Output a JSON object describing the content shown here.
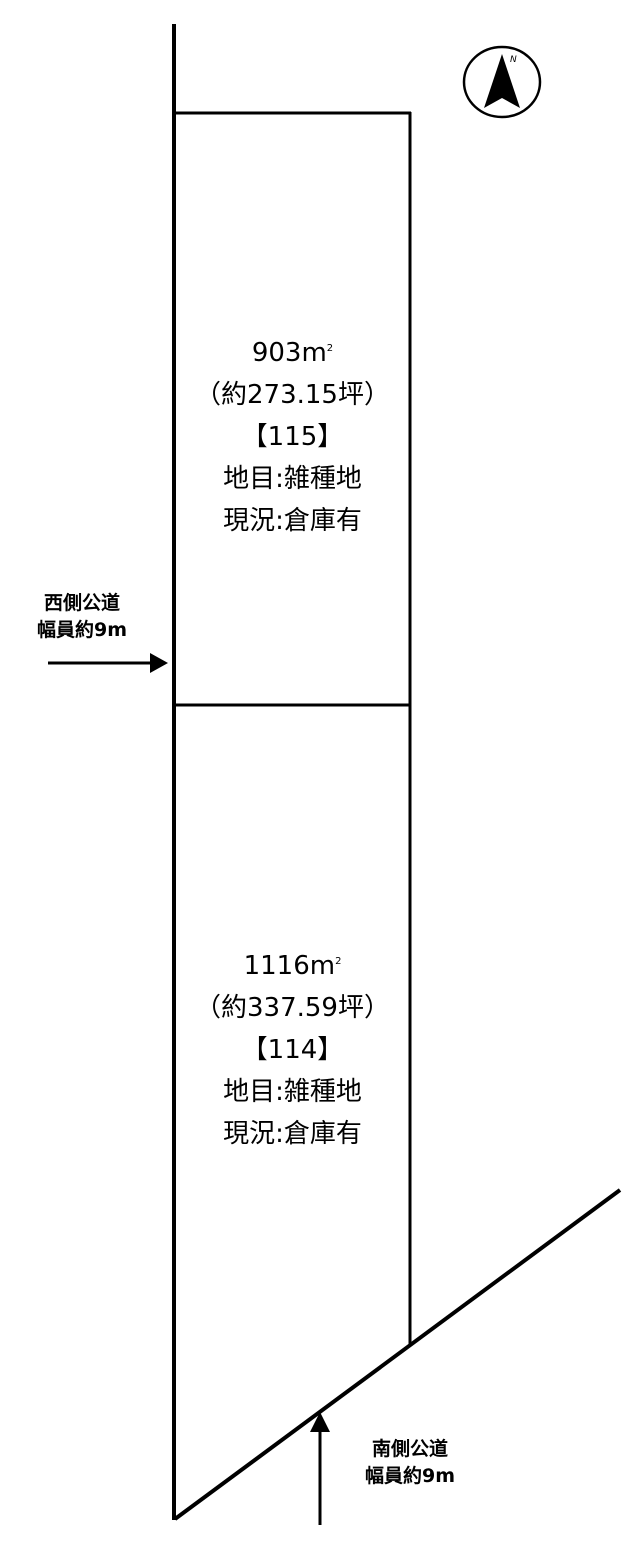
{
  "colors": {
    "line": "#000000",
    "background": "#ffffff"
  },
  "compass": {
    "icon": "north-arrow-icon",
    "letter": "N"
  },
  "lots": [
    {
      "area_value": "903",
      "area_unit": "m",
      "area_sup": "2",
      "tsubo": "（約273.15坪）",
      "lot_number": "【115】",
      "land_category": "地目:雑種地",
      "current_status": "現況:倉庫有"
    },
    {
      "area_value": "1116",
      "area_unit": "m",
      "area_sup": "2",
      "tsubo": "（約337.59坪）",
      "lot_number": "【114】",
      "land_category": "地目:雑種地",
      "current_status": "現況:倉庫有"
    }
  ],
  "roads": {
    "west": {
      "name": "西側公道",
      "width": "幅員約9m"
    },
    "south": {
      "name": "南側公道",
      "width": "幅員約9m"
    }
  }
}
